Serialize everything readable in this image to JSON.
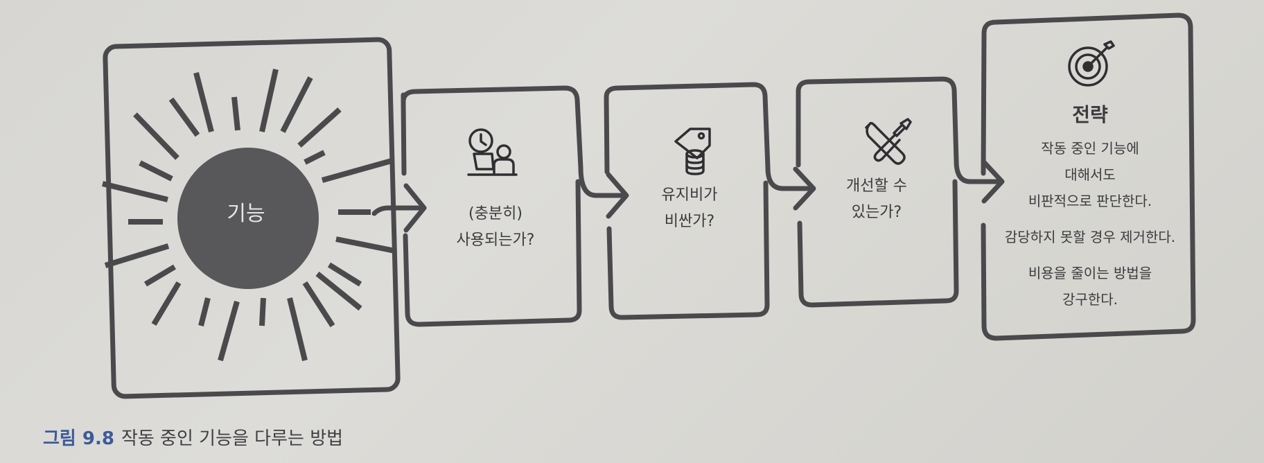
{
  "sun": {
    "label": "기능"
  },
  "steps": [
    {
      "icon": "clock-person-laptop-icon",
      "lines": [
        "(충분히)",
        "사용되는가?"
      ]
    },
    {
      "icon": "price-tag-coins-icon",
      "lines": [
        "유지비가",
        "비싼가?"
      ]
    },
    {
      "icon": "wrench-screwdriver-icon",
      "lines": [
        "개선할 수",
        "있는가?"
      ]
    }
  ],
  "strategy": {
    "icon": "target-dart-icon",
    "title": "전략",
    "para1": [
      "작동 중인 기능에",
      "대해서도",
      "비판적으로 판단한다."
    ],
    "para2": "감당하지 못할 경우 제거한다.",
    "para3": [
      "비용을 줄이는 방법을",
      "강구한다."
    ]
  },
  "caption": {
    "figure": "그림 9.8",
    "text": "작동 중인 기능을 다루는 방법"
  },
  "colors": {
    "stroke": "#4a4a4d",
    "sun_fill": "#58585b",
    "caption_blue": "#3d5a9a"
  }
}
